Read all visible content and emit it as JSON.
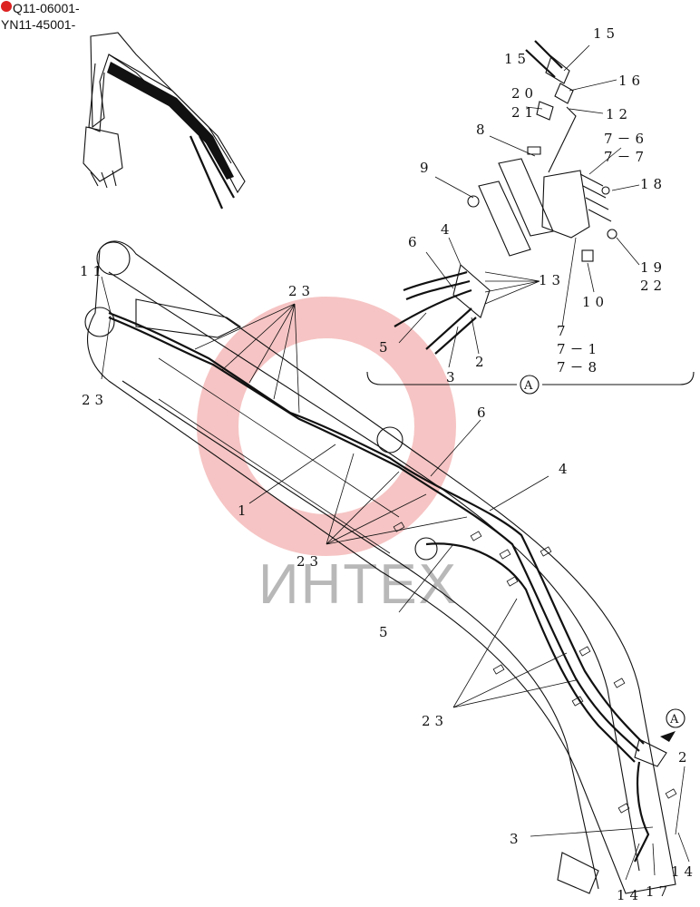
{
  "serials": [
    "Q11-06001-",
    "YN11-45001-"
  ],
  "watermark": "ИНТЕХ",
  "detail_marker": "A",
  "labels": {
    "p15a": "15",
    "p15b": "15",
    "p16": "16",
    "p20": "20",
    "p21": "21",
    "p12": "12",
    "p8": "8",
    "p7_6": "7－6",
    "p7_7": "7－7",
    "p9": "9",
    "p18": "18",
    "p6a": "6",
    "p4a": "4",
    "p13": "13",
    "p19": "19",
    "p22": "22",
    "p10": "10",
    "p5a": "5",
    "p3a": "3",
    "p2a": "2",
    "p7": "7",
    "p7_1": "7－1",
    "p7_8": "7－8",
    "p11": "11",
    "p23a": "23",
    "p23b": "23",
    "p23c": "23",
    "p23d": "23",
    "p1": "1",
    "p6b": "6",
    "p4b": "4",
    "p5b": "5",
    "p2b": "2",
    "p3b": "3",
    "p14a": "14",
    "p17": "17",
    "p14b": "14"
  }
}
